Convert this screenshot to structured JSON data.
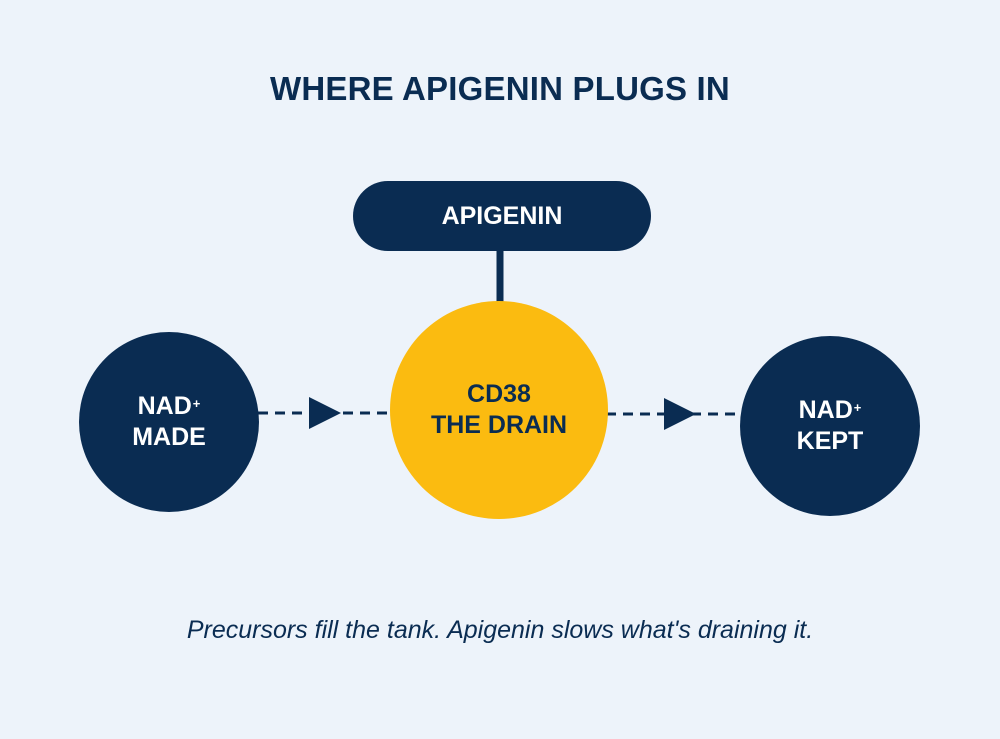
{
  "title": "WHERE APIGENIN PLUGS IN",
  "nodes": {
    "apigenin": {
      "label": "APIGENIN"
    },
    "nad_made": {
      "line1": "NAD",
      "line1_sup": "+",
      "line2": "MADE"
    },
    "cd38": {
      "line1": "CD38",
      "line2": "THE DRAIN"
    },
    "nad_kept": {
      "line1": "NAD",
      "line1_sup": "+",
      "line2": "KEPT"
    }
  },
  "caption": "Precursors fill the tank. Apigenin slows what's draining it.",
  "colors": {
    "navy": "#0a2c52",
    "gold": "#fbbb10",
    "background": "#edf3fa"
  }
}
